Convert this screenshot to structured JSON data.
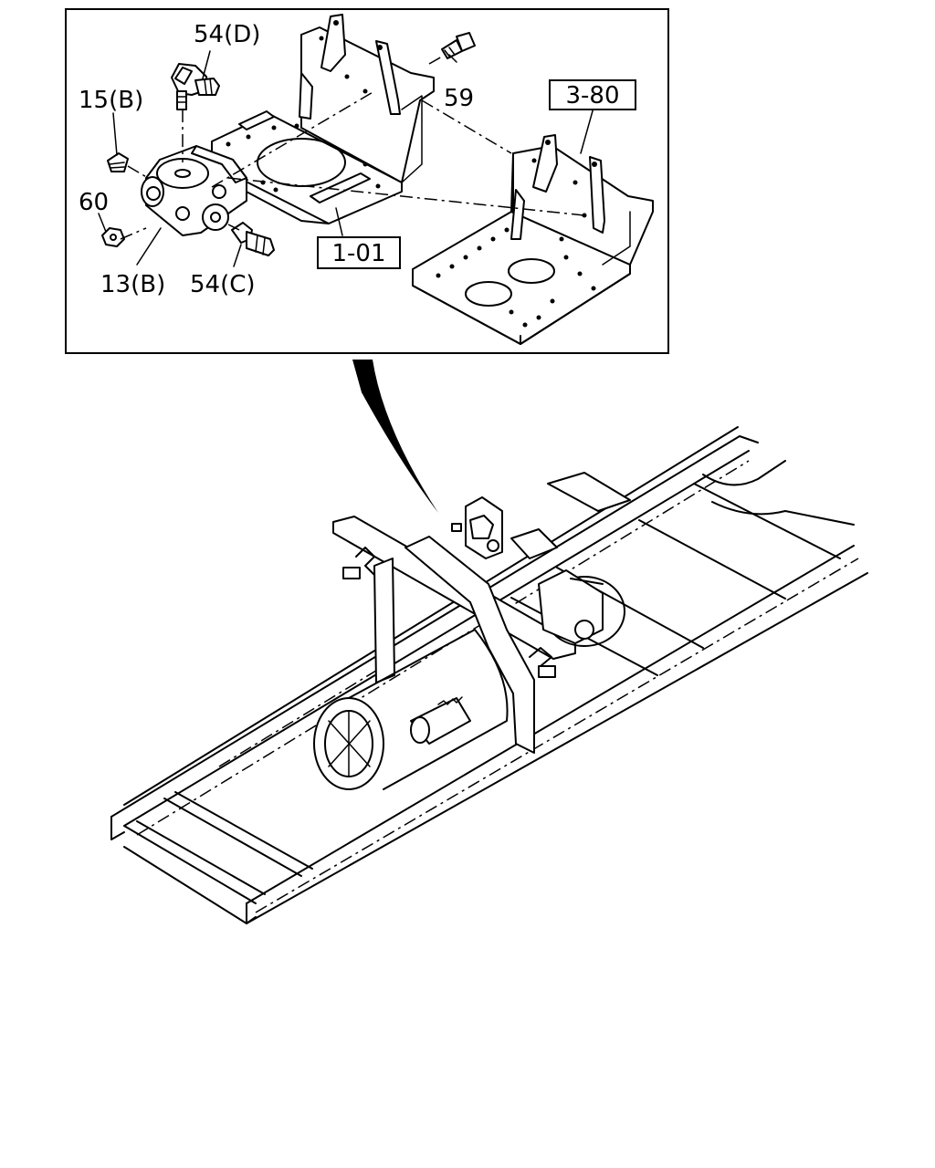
{
  "callouts": {
    "fitting_d": "54(D)",
    "bolt": "59",
    "frame_ref": "3-80",
    "plug_b": "15(B)",
    "nut": "60",
    "block_b": "13(B)",
    "fitting_c": "54(C)",
    "bracket_ref": "1-01"
  },
  "icons": {
    "arrow": "curved-pointer-arrow"
  }
}
